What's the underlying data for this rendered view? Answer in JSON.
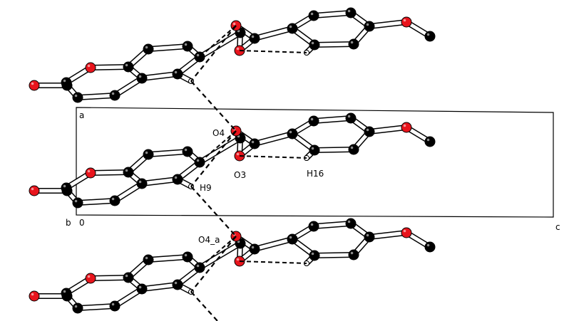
{
  "figure": {
    "labels": {
      "axis_a": "a",
      "axis_b": "b",
      "origin": "0",
      "axis_c": "c",
      "o4": "O4",
      "o3": "O3",
      "h16": "H16",
      "h9": "H9",
      "o4_a": "O4_a"
    },
    "colors": {
      "oxygen": "#e8141c",
      "carbon": "#000000",
      "hydrogen": "#ffffff",
      "bond": "#ffffff",
      "outline": "#000000",
      "cell": "#000000"
    },
    "molecule_copies": 3,
    "hbond_style": "dashed"
  }
}
